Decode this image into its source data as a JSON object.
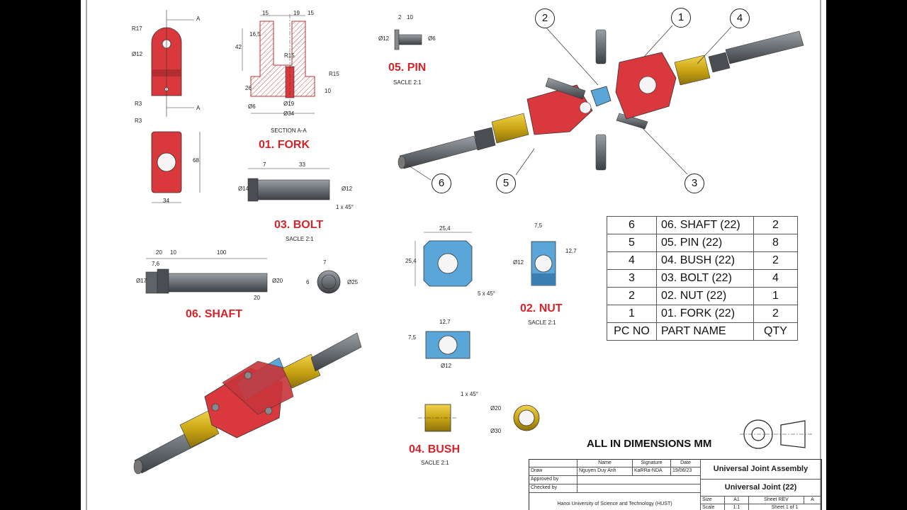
{
  "parts": {
    "fork": {
      "label": "01. FORK",
      "section_label": "SECTION A-A"
    },
    "nut": {
      "label": "02. NUT",
      "scale": "SACLE 2:1"
    },
    "bolt": {
      "label": "03. BOLT",
      "scale": "SACLE 2:1"
    },
    "bush": {
      "label": "04. BUSH",
      "scale": "SACLE 2:1"
    },
    "pin": {
      "label": "05. PIN",
      "scale": "SACLE 2:1"
    },
    "shaft": {
      "label": "06. SHAFT"
    }
  },
  "dims": {
    "fork_front": [
      "A",
      "R17",
      "Ø12",
      "R3",
      "A"
    ],
    "fork_section": [
      "15",
      "19",
      "15",
      "16,5",
      "42",
      "R15",
      "R15",
      "Ø6",
      "26",
      "10",
      "Ø19",
      "Ø34"
    ],
    "fork_side": [
      "R3",
      "68",
      "34"
    ],
    "pin": [
      "2",
      "10",
      "Ø12",
      "Ø6"
    ],
    "bolt": [
      "7",
      "33",
      "Ø14",
      "Ø12",
      "1 x 45°"
    ],
    "shaft": [
      "20",
      "10",
      "100",
      "7,6",
      "Ø17",
      "Ø20",
      "20",
      "7",
      "6",
      "Ø25"
    ],
    "nut_front": [
      "25,4",
      "25,4",
      "5 x 45°"
    ],
    "nut_side": [
      "7,5",
      "Ø12",
      "12,7"
    ],
    "nut_top": [
      "12,7",
      "7,5",
      "Ø12"
    ],
    "bush": [
      "1 x 45°",
      "Ø20",
      "Ø30"
    ]
  },
  "balloons": [
    "1",
    "2",
    "3",
    "4",
    "5",
    "6"
  ],
  "bom": {
    "rows": [
      {
        "no": "6",
        "name": "06. SHAFT (22)",
        "qty": "2"
      },
      {
        "no": "5",
        "name": "05. PIN (22)",
        "qty": "8"
      },
      {
        "no": "4",
        "name": "04. BUSH (22)",
        "qty": "2"
      },
      {
        "no": "3",
        "name": "03. BOLT (22)",
        "qty": "4"
      },
      {
        "no": "2",
        "name": "02. NUT (22)",
        "qty": "1"
      },
      {
        "no": "1",
        "name": "01. FORK (22)",
        "qty": "2"
      }
    ],
    "header": {
      "no": "PC NO",
      "name": "PART NAME",
      "qty": "QTY"
    }
  },
  "note": "ALL IN DIMENSIONS MM",
  "title_block": {
    "col_name": "Name",
    "col_signature": "Signature",
    "col_date": "Date",
    "row_draw": "Draw",
    "draw_name": "Nguyen Duy Anh",
    "draw_signature": "KaRRa-NDA",
    "draw_date": "19/06/23",
    "row_approved": "Approved by",
    "row_checked": "Checked by",
    "institution": "Hanoi University of Science and Technology (HUST)",
    "title": "Universal Joint Assembly",
    "drawing_name": "Universal Joint (22)",
    "size_label": "Size",
    "size_value": "A1",
    "rev_label": "Sheet REV",
    "rev_value": "A",
    "scale_label": "Scale",
    "scale_value": "1:1",
    "sheet_label": "Sheet 1 of 1"
  },
  "colors": {
    "fork": "#d9393c",
    "nut": "#5aa6d8",
    "bush": "#d8b81e",
    "steel": "#6e7378",
    "line": "#222222"
  }
}
